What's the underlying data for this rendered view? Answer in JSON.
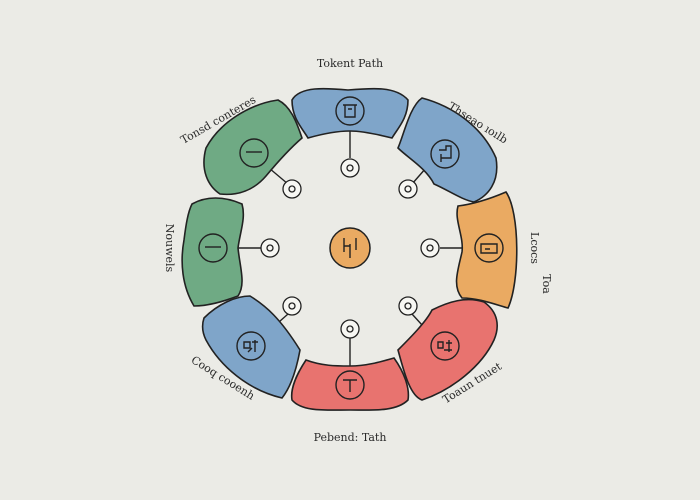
{
  "diagram": {
    "labels": {
      "top": "Tokent Path",
      "top_right": "Thseao ıoılb",
      "top_left": "Tonsd conteres",
      "left": "Nouwels",
      "right_1": "Lcocs",
      "right_2": "Toa",
      "bottom_left": "Cooq cooenh",
      "bottom_right": "Toaun tnuet",
      "bottom": "Pebend: Tath"
    },
    "segments": [
      {
        "id": "top",
        "color": "#7fa5c9"
      },
      {
        "id": "top-right",
        "color": "#7fa5c9"
      },
      {
        "id": "right",
        "color": "#eaaa62"
      },
      {
        "id": "bottom-right",
        "color": "#e8736f"
      },
      {
        "id": "bottom",
        "color": "#e8736f"
      },
      {
        "id": "bottom-left",
        "color": "#7fa5c9"
      },
      {
        "id": "left",
        "color": "#6faa84"
      },
      {
        "id": "top-left",
        "color": "#6faa84"
      }
    ],
    "center_color": "#eaaa62",
    "stroke_color": "#222222",
    "background": "#ebebe6"
  }
}
